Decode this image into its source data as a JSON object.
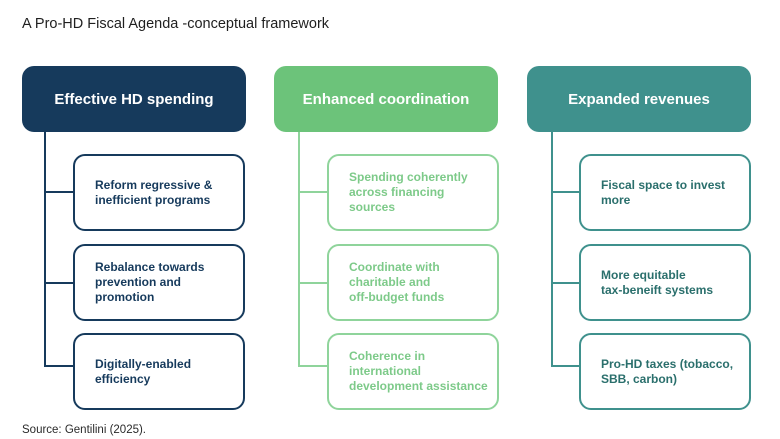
{
  "title": "A Pro-HD Fiscal Agenda -conceptual framework",
  "source": "Source: Gentilini (2025).",
  "columns": [
    {
      "header": "Effective HD spending",
      "items": [
        "Reform regressive &\ninefficient programs",
        "Rebalance towards\nprevention and\npromotion",
        "Digitally-enabled\nefficiency"
      ]
    },
    {
      "header": "Enhanced coordination",
      "items": [
        "Spending coherently\nacross financing\nsources",
        "Coordinate with\ncharitable and\noff-budget  funds",
        "Coherence in\ninternational\ndevelopment assistance"
      ]
    },
    {
      "header": "Expanded revenues",
      "items": [
        "Fiscal space to invest\nmore",
        "More equitable\ntax-beneift systems",
        "Pro-HD taxes (tobacco,\nSBB, carbon)"
      ]
    }
  ]
}
